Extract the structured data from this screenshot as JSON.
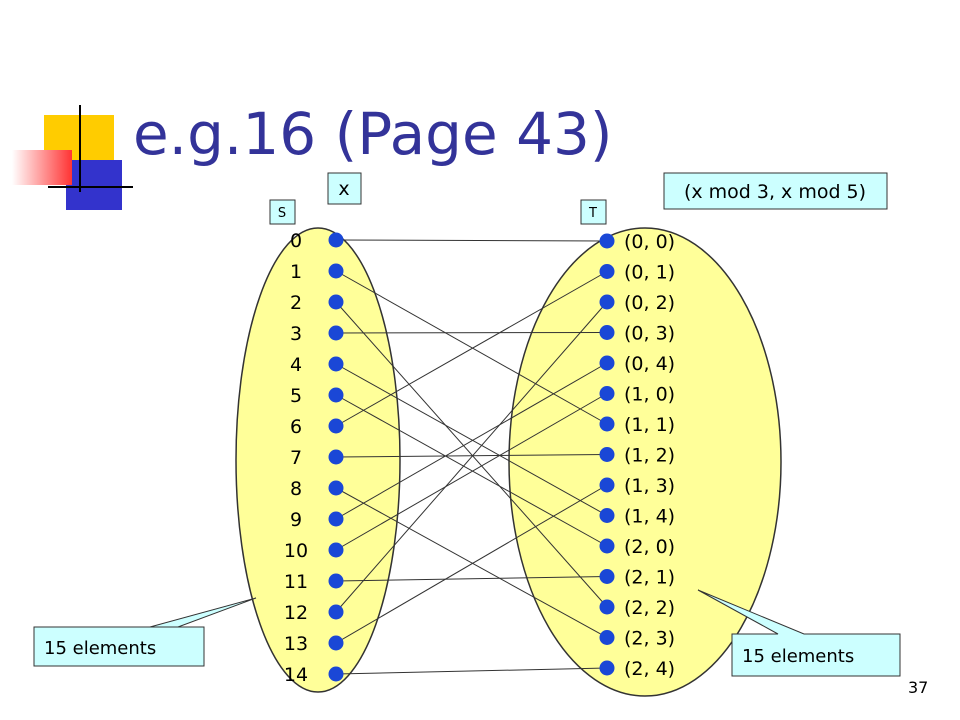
{
  "slide": {
    "title": "e.g.16 (Page 43)",
    "page_number": "37"
  },
  "diagram": {
    "x_label": "x",
    "set_s_label": "S",
    "set_t_label": "T",
    "mapping_label": "(x mod 3, x mod 5)",
    "left_callout": "15 elements",
    "right_callout": "15 elements",
    "left_items": [
      "0",
      "1",
      "2",
      "3",
      "4",
      "5",
      "6",
      "7",
      "8",
      "9",
      "10",
      "11",
      "12",
      "13",
      "14"
    ],
    "right_items": [
      "(0, 0)",
      "(0, 1)",
      "(0, 2)",
      "(0, 3)",
      "(0, 4)",
      "(1, 0)",
      "(1, 1)",
      "(1, 2)",
      "(1, 3)",
      "(1, 4)",
      "(2, 0)",
      "(2, 1)",
      "(2, 2)",
      "(2, 3)",
      "(2, 4)"
    ],
    "edges": [
      [
        0,
        0
      ],
      [
        1,
        6
      ],
      [
        2,
        12
      ],
      [
        3,
        3
      ],
      [
        4,
        9
      ],
      [
        5,
        10
      ],
      [
        6,
        1
      ],
      [
        7,
        7
      ],
      [
        8,
        13
      ],
      [
        9,
        4
      ],
      [
        10,
        5
      ],
      [
        11,
        11
      ],
      [
        12,
        2
      ],
      [
        13,
        8
      ],
      [
        14,
        14
      ]
    ],
    "colors": {
      "set_fill": "#ffff99",
      "set_stroke": "#333333",
      "dot": "#1a47d6",
      "callout_fill": "#ccffff",
      "label_box_fill": "#ccffff",
      "title": "#333399"
    }
  }
}
